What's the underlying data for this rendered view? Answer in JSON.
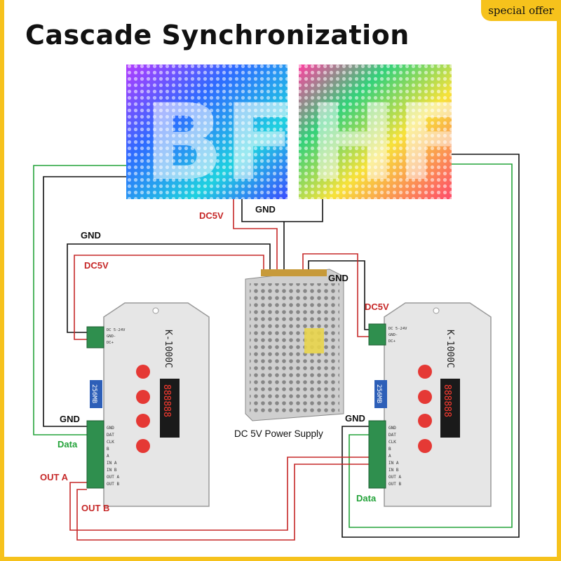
{
  "title": "Cascade Synchronization",
  "badge": "special offer",
  "panels": {
    "left_letters": "BF",
    "right_letters": "HF"
  },
  "wires": {
    "gnd_top": "GND",
    "dc5v_top": "DC5V",
    "gnd_left": "GND",
    "dc5v_left": "DC5V",
    "gnd_psu": "GND",
    "dc5v_right": "DC5V",
    "gnd_left_out": "GND",
    "data_left": "Data",
    "out_a": "OUT A",
    "out_b": "OUT B",
    "gnd_right_out": "GND",
    "data_right": "Data"
  },
  "power_supply": {
    "label": "DC 5V Power Supply"
  },
  "controllers": {
    "model": "K-1000C",
    "card": "256MB",
    "display": "888888",
    "top_terminals": [
      "DC 5-24V",
      "GND-",
      "DC+"
    ],
    "bottom_terminals": [
      "GND",
      "DAT",
      "CLK",
      "B",
      "A",
      "IN A",
      "IN B",
      "OUT A",
      "OUT B"
    ]
  },
  "colors": {
    "gnd_wire": "#111111",
    "dc5v_wire": "#c62828",
    "data_wire": "#24a33a",
    "accent": "#f6c21c"
  }
}
